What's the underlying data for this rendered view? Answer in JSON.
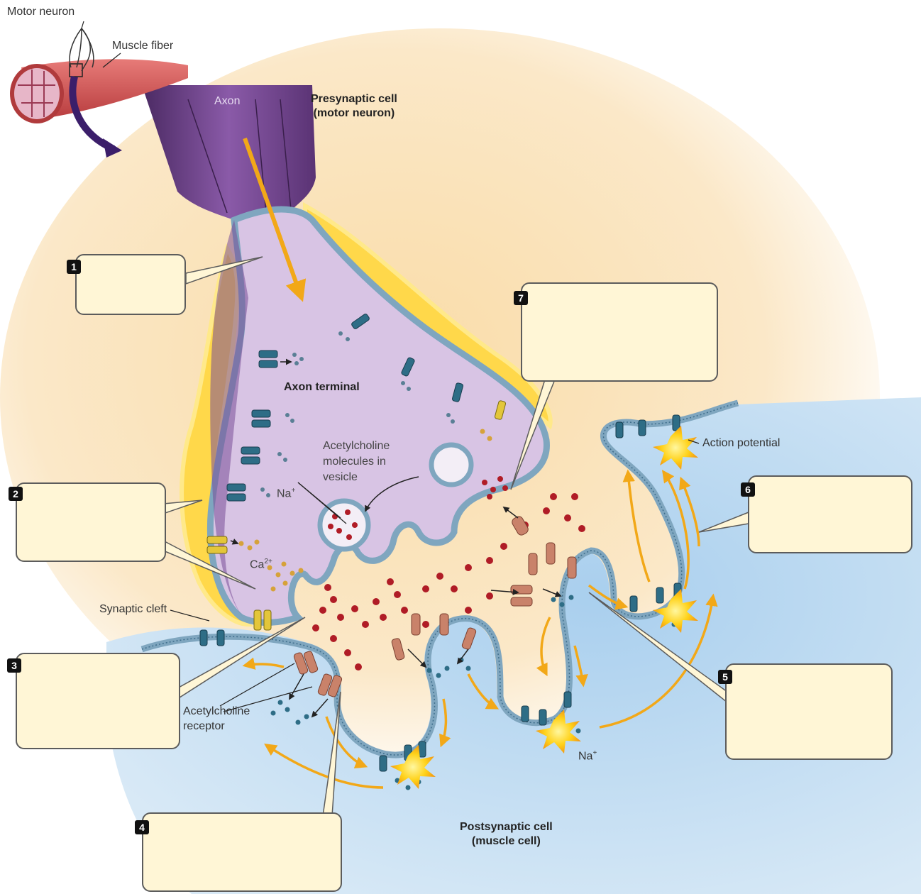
{
  "labels": {
    "motor_neuron": "Motor neuron",
    "muscle_fiber": "Muscle fiber",
    "axon": "Axon",
    "presynaptic_line1": "Presynaptic cell",
    "presynaptic_line2": "(motor neuron)",
    "axon_terminal": "Axon terminal",
    "ach_vesicle_line1": "Acetylcholine",
    "ach_vesicle_line2": "molecules in",
    "ach_vesicle_line3": "vesicle",
    "na_top": "Na",
    "na_top_sup": "+",
    "ca": "Ca",
    "ca_sup": "2+",
    "synaptic_cleft": "Synaptic cleft",
    "action_potential": "Action potential",
    "ach_receptor_line1": "Acetylcholine",
    "ach_receptor_line2": "receptor",
    "na_bottom": "Na",
    "na_bottom_sup": "+",
    "postsynaptic_line1": "Postsynaptic cell",
    "postsynaptic_line2": "(muscle cell)"
  },
  "step_boxes": [
    {
      "number": "1",
      "text": ""
    },
    {
      "number": "2",
      "text": ""
    },
    {
      "number": "3",
      "text": ""
    },
    {
      "number": "4",
      "text": ""
    },
    {
      "number": "5",
      "text": ""
    },
    {
      "number": "6",
      "text": ""
    },
    {
      "number": "7",
      "text": ""
    }
  ],
  "colors": {
    "axon_purple": "#6b3f86",
    "terminal_lilac": "#d8c4e4",
    "membrane_blue": "#7fa6bf",
    "muscle_blue": "#bcd9ef",
    "myelin_yellow": "#ffd84a",
    "ach_red": "#b01c26",
    "box_fill": "#fff6d6",
    "arrow_orange": "#f2a818"
  }
}
